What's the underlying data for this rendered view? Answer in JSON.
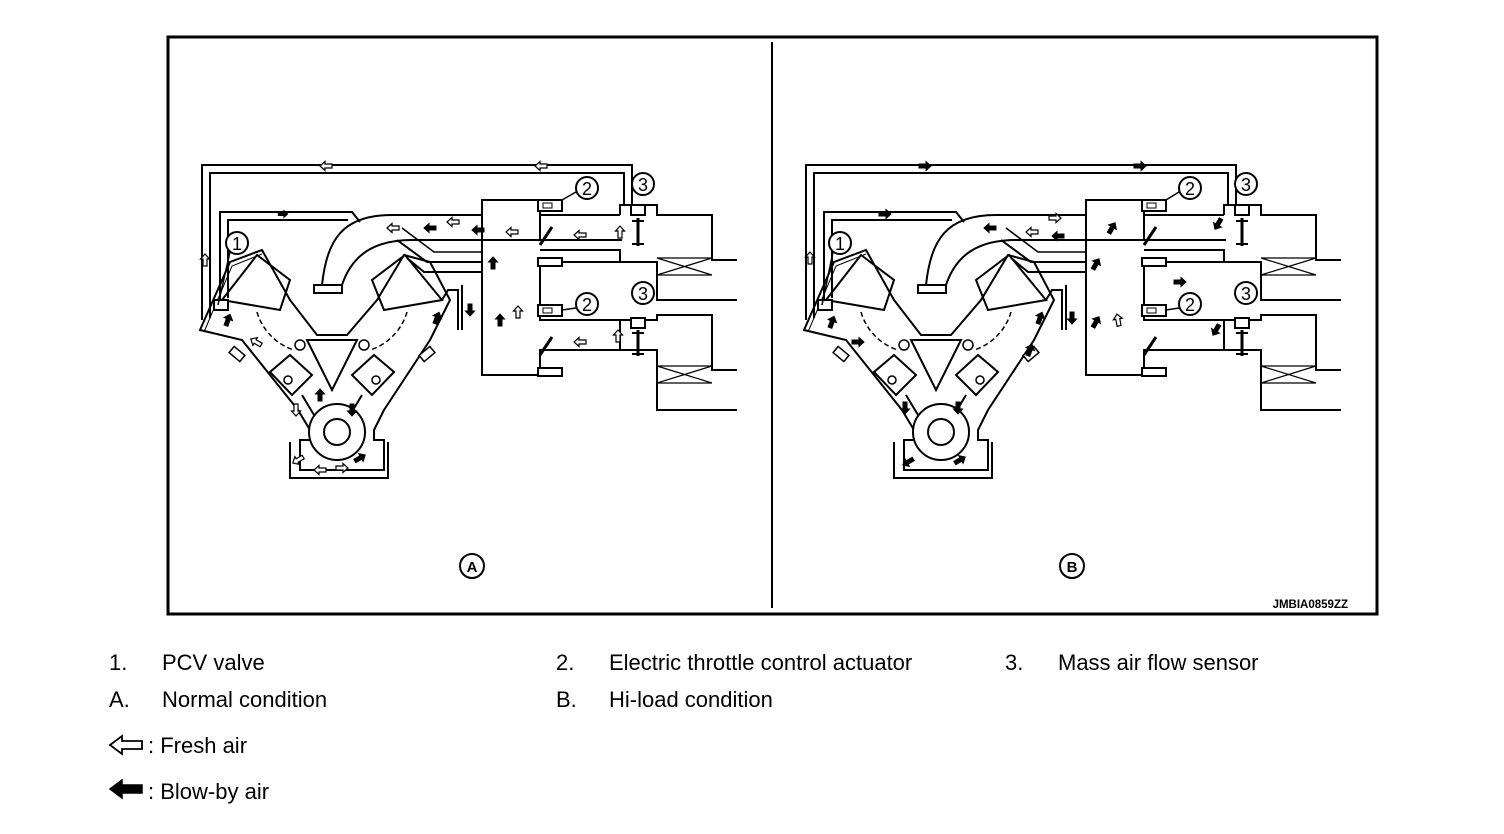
{
  "figure": {
    "code": "JMBIA0859ZZ",
    "panel_a_label": "A",
    "panel_b_label": "B",
    "callouts": {
      "pcv": "1",
      "throttle": "2",
      "maf": "3"
    }
  },
  "legend": {
    "items": [
      {
        "num": "1.",
        "text": "PCV valve"
      },
      {
        "num": "2.",
        "text": "Electric throttle control actuator"
      },
      {
        "num": "3.",
        "text": "Mass air flow sensor"
      },
      {
        "num": "A.",
        "text": "Normal condition"
      },
      {
        "num": "B.",
        "text": "Hi-load condition"
      }
    ],
    "fresh_air": ": Fresh air",
    "blow_by_air": ": Blow-by air"
  }
}
